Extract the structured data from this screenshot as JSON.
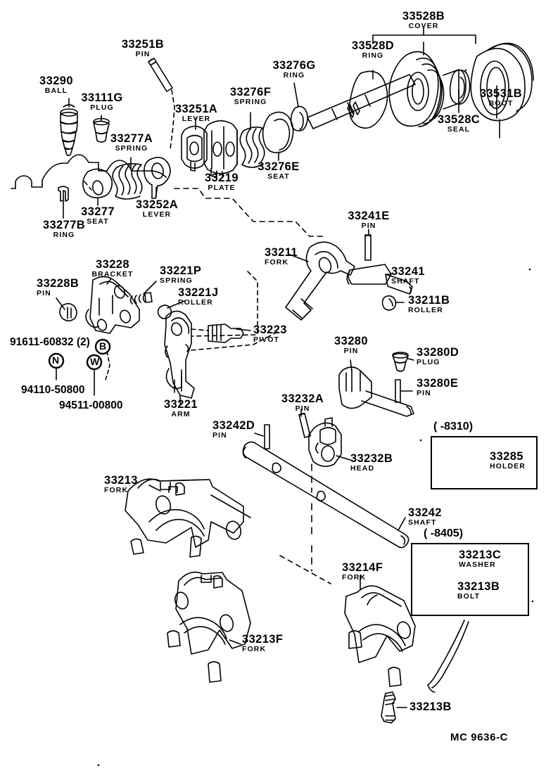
{
  "diagram": {
    "title": "Toyota transmission shift fork & lever shaft exploded parts diagram",
    "footer_code": "MC 9636-C",
    "line_color": "#000000",
    "background": "#ffffff"
  },
  "parts": [
    {
      "id": "p33290",
      "number": "33290",
      "name": "BALL"
    },
    {
      "id": "p33111G",
      "number": "33111G",
      "name": "PLUG"
    },
    {
      "id": "p33277A",
      "number": "33277A",
      "name": "SPRING"
    },
    {
      "id": "p33277",
      "number": "33277",
      "name": "SEAT"
    },
    {
      "id": "p33277B",
      "number": "33277B",
      "name": "RING"
    },
    {
      "id": "p33251B",
      "number": "33251B",
      "name": "PIN"
    },
    {
      "id": "p33251A",
      "number": "33251A",
      "name": "LEVER"
    },
    {
      "id": "p33252A",
      "number": "33252A",
      "name": "LEVER"
    },
    {
      "id": "p33219",
      "number": "33219",
      "name": "PLATE"
    },
    {
      "id": "p33276F",
      "number": "33276F",
      "name": "SPRING"
    },
    {
      "id": "p33276E",
      "number": "33276E",
      "name": "SEAT"
    },
    {
      "id": "p33276G",
      "number": "33276G",
      "name": "RING"
    },
    {
      "id": "p33528B",
      "number": "33528B",
      "name": "COVER"
    },
    {
      "id": "p33528D",
      "number": "33528D",
      "name": "RING"
    },
    {
      "id": "p33528C",
      "number": "33528C",
      "name": "SEAL"
    },
    {
      "id": "p33531B",
      "number": "33531B",
      "name": "BOOT"
    },
    {
      "id": "p33211",
      "number": "33211",
      "name": "FORK"
    },
    {
      "id": "p33241E",
      "number": "33241E",
      "name": "PIN"
    },
    {
      "id": "p33241",
      "number": "33241",
      "name": "SHAFT"
    },
    {
      "id": "p33211B",
      "number": "33211B",
      "name": "ROLLER"
    },
    {
      "id": "p33228",
      "number": "33228",
      "name": "BRACKET"
    },
    {
      "id": "p33228B",
      "number": "33228B",
      "name": "PIN"
    },
    {
      "id": "p33221P",
      "number": "33221P",
      "name": "SPRING"
    },
    {
      "id": "p33221J",
      "number": "33221J",
      "name": "ROLLER"
    },
    {
      "id": "p33221",
      "number": "33221",
      "name": "ARM"
    },
    {
      "id": "p33223",
      "number": "33223",
      "name": "PIVOT"
    },
    {
      "id": "p33280",
      "number": "33280",
      "name": "PIN"
    },
    {
      "id": "p33280D",
      "number": "33280D",
      "name": "PLUG"
    },
    {
      "id": "p33280E",
      "number": "33280E",
      "name": "PIN"
    },
    {
      "id": "p33232A",
      "number": "33232A",
      "name": "PIN"
    },
    {
      "id": "p33232B",
      "number": "33232B",
      "name": "HEAD"
    },
    {
      "id": "p33242D",
      "number": "33242D",
      "name": "PIN"
    },
    {
      "id": "p33242",
      "number": "33242",
      "name": "SHAFT"
    },
    {
      "id": "p33213",
      "number": "33213",
      "name": "FORK"
    },
    {
      "id": "p33213F",
      "number": "33213F",
      "name": "FORK"
    },
    {
      "id": "p33214F",
      "number": "33214F",
      "name": "FORK"
    },
    {
      "id": "p33285",
      "number": "33285",
      "name": "HOLDER"
    },
    {
      "id": "p33213C",
      "number": "33213C",
      "name": "WASHER"
    },
    {
      "id": "p33213B_bolt",
      "number": "33213B",
      "name": "BOLT"
    },
    {
      "id": "p33213B_plain",
      "number": "33213B",
      "name": ""
    }
  ],
  "hardware": [
    {
      "id": "h91611",
      "text": "91611-60832 (2)"
    },
    {
      "id": "h94110",
      "text": "94110-50800",
      "marker": "N"
    },
    {
      "id": "h94511",
      "text": "94511-00800",
      "marker": "W"
    },
    {
      "id": "hB",
      "marker": "B"
    }
  ],
  "insets": [
    {
      "id": "inset_8310",
      "caption": "(        -8310)",
      "items": [
        {
          "number": "33285",
          "name": "HOLDER"
        }
      ]
    },
    {
      "id": "inset_8405",
      "caption": "(        -8405)",
      "items": [
        {
          "number": "33213C",
          "name": "WASHER"
        },
        {
          "number": "33213B",
          "name": "BOLT"
        }
      ]
    }
  ]
}
